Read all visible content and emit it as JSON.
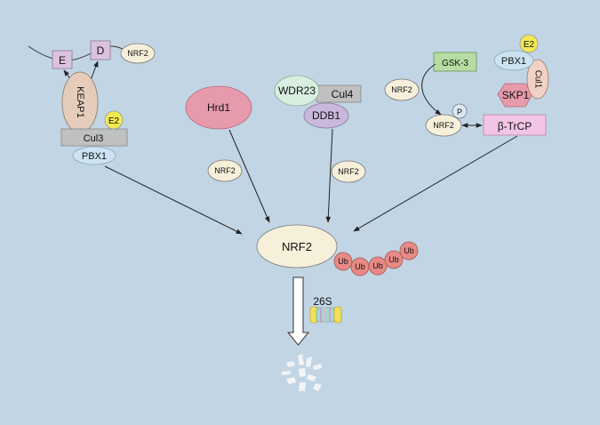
{
  "keap1_complex": {
    "e_label": "E",
    "d_label": "D",
    "nrf2_label": "NRF2",
    "keap1_label": "KEAP1",
    "e2_label": "E2",
    "cul3_label": "Cul3",
    "pbx1_label": "PBX1"
  },
  "hrd1_complex": {
    "hrd1_label": "Hrd1",
    "nrf2_label": "NRF2"
  },
  "wdr23_complex": {
    "wdr23_label": "WDR23",
    "cul4_label": "Cul4",
    "ddb1_label": "DDB1",
    "nrf2_label": "NRF2"
  },
  "btrcp_complex": {
    "gsk3_label": "GSK-3",
    "nrf2_label": "NRF2",
    "nrf2_p_label": "NRF2",
    "p_label": "P",
    "e2_label": "E2",
    "pbx1_label": "PBX1",
    "cul1_label": "Cul1",
    "skp1_label": "SKP1",
    "btrcp_label": "β-TrCP"
  },
  "center": {
    "nrf2_label": "NRF2",
    "ub_labels": [
      "Ub",
      "Ub",
      "Ub",
      "Ub",
      "Ub"
    ],
    "proteasome_label": "26S"
  },
  "colors": {
    "background": "#c2d5e4",
    "nrf2_fill": "#f6f0da",
    "keap1_fill": "#e6cdbb",
    "e2_fill": "#f2ea52",
    "cul_fill": "#bfc0c0",
    "pbx1_fill": "#cde3f3",
    "domain_fill": "#dbc2de",
    "hrd1_fill": "#e79aab",
    "wdr23_fill": "#d8eedf",
    "ddb1_fill": "#cab8dc",
    "gsk3_fill": "#b6dca2",
    "skp1_fill": "#e79aa9",
    "btrcp_fill": "#f3c4e4",
    "ub_fill": "#e78a85",
    "arrow": "#222222"
  }
}
